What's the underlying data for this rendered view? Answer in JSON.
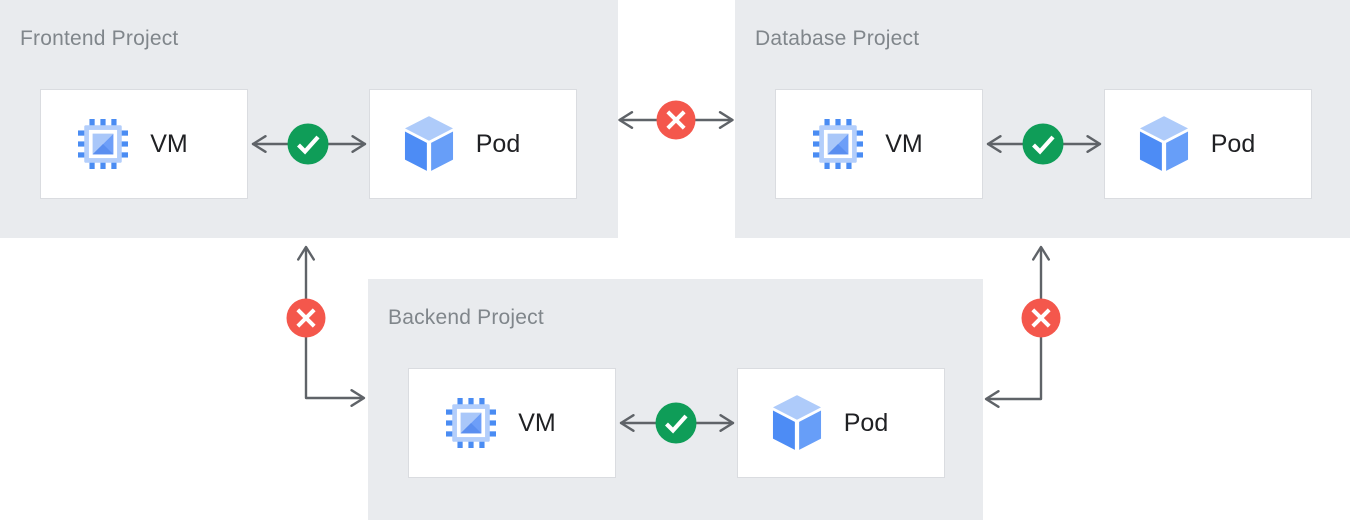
{
  "diagram": {
    "projects": [
      {
        "title": "Frontend Project",
        "nodes": [
          {
            "icon": "vm-icon",
            "label": "VM"
          },
          {
            "icon": "pod-icon",
            "label": "Pod"
          }
        ],
        "internal_connection": {
          "status": "allowed",
          "icon": "check-icon"
        }
      },
      {
        "title": "Database Project",
        "nodes": [
          {
            "icon": "vm-icon",
            "label": "VM"
          },
          {
            "icon": "pod-icon",
            "label": "Pod"
          }
        ],
        "internal_connection": {
          "status": "allowed",
          "icon": "check-icon"
        }
      },
      {
        "title": "Backend Project",
        "nodes": [
          {
            "icon": "vm-icon",
            "label": "VM"
          },
          {
            "icon": "pod-icon",
            "label": "Pod"
          }
        ],
        "internal_connection": {
          "status": "allowed",
          "icon": "check-icon"
        }
      }
    ],
    "external_connections": [
      {
        "between": [
          "Frontend Project",
          "Database Project"
        ],
        "status": "blocked",
        "icon": "x-icon"
      },
      {
        "between": [
          "Frontend Project",
          "Backend Project"
        ],
        "status": "blocked",
        "icon": "x-icon"
      },
      {
        "between": [
          "Database Project",
          "Backend Project"
        ],
        "status": "blocked",
        "icon": "x-icon"
      }
    ],
    "colors": {
      "background": "#FFFFFF",
      "panel_bg": "#E9EBEE",
      "card_bg": "#FFFFFF",
      "card_border": "#DADCE0",
      "title_text": "#80868B",
      "label_text": "#202124",
      "arrow": "#5F6368",
      "allowed_green": "#0F9D58",
      "blocked_red": "#F4574C",
      "icon_blue_light": "#AECBFA",
      "icon_blue_medium": "#6D9EF8",
      "icon_blue_deep": "#4D8CF5"
    }
  }
}
